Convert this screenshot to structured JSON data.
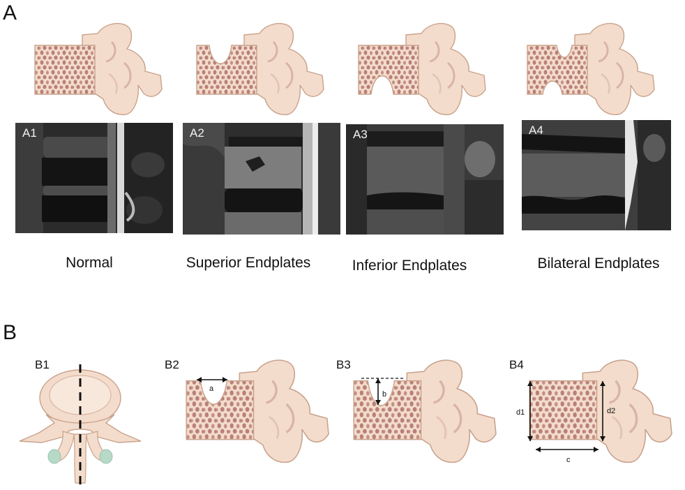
{
  "panel_a": {
    "letter": "A",
    "images": [
      {
        "tag": "A1",
        "caption": "Normal"
      },
      {
        "tag": "A2",
        "caption": "Superior Endplates"
      },
      {
        "tag": "A3",
        "caption": "Inferior Endplates"
      },
      {
        "tag": "A4",
        "caption": "Bilateral Endplates"
      }
    ]
  },
  "panel_b": {
    "letter": "B",
    "sub_labels": [
      "B1",
      "B2",
      "B3",
      "B4"
    ],
    "measurements": {
      "a": "a",
      "b": "b",
      "c": "c",
      "d1": "d1",
      "d2": "d2"
    }
  },
  "colors": {
    "bone_fill": "#f3dccb",
    "bone_outline": "#c9a28c",
    "trabecular": "#b87f78",
    "facet": "#b7d9c8"
  }
}
